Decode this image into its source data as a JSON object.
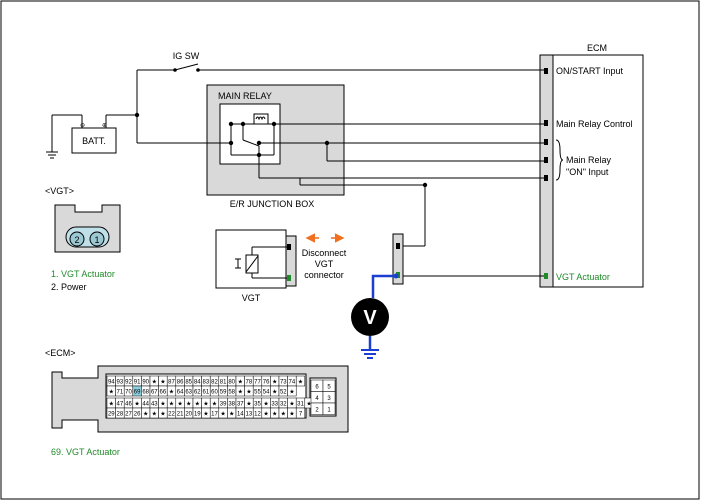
{
  "ecm": {
    "title": "ECM",
    "pins": {
      "on_start": "ON/START Input",
      "main_relay_control": "Main Relay Control",
      "main_relay_on_1": "Main Relay",
      "main_relay_on_2": "\"ON\" Input",
      "vgt_actuator": "VGT Actuator"
    }
  },
  "ig_sw": "IG SW",
  "battery": "BATT.",
  "main_relay": "MAIN RELAY",
  "junction_box": "E/R JUNCTION BOX",
  "vgt": {
    "section": "<VGT>",
    "label": "VGT",
    "pin1": "1. VGT Actuator",
    "pin2": "2. Power",
    "connector_pins": [
      "2",
      "1"
    ]
  },
  "disconnect": {
    "line1": "Disconnect",
    "line2": "VGT",
    "line3": "connector"
  },
  "voltmeter": "V",
  "ecm_connector": {
    "section": "<ECM>",
    "pin_note": "69. VGT Actuator",
    "rows": [
      [
        "94",
        "93",
        "92",
        "91",
        "90",
        "★",
        "★",
        "87",
        "86",
        "85",
        "84",
        "83",
        "82",
        "81",
        "80",
        "★",
        "78",
        "77",
        "76",
        "★",
        "73",
        "74",
        "★"
      ],
      [
        "★",
        "71",
        "70",
        "69",
        "68",
        "67",
        "66",
        "★",
        "64",
        "63",
        "62",
        "61",
        "60",
        "59",
        "58",
        "★",
        "★",
        "55",
        "54",
        "★",
        "52",
        "★"
      ],
      [
        "★",
        "47",
        "46",
        "★",
        "44",
        "43",
        "★",
        "★",
        "★",
        "★",
        "★",
        "★",
        "★",
        "39",
        "38",
        "37",
        "★",
        "35",
        "★",
        "33",
        "32",
        "★",
        "31",
        "★"
      ],
      [
        "29",
        "28",
        "27",
        "26",
        "★",
        "★",
        "★",
        "22",
        "21",
        "20",
        "19",
        "★",
        "17",
        "★",
        "★",
        "14",
        "13",
        "12",
        "★",
        "★",
        "★",
        "★",
        "7"
      ]
    ],
    "small_block": [
      "6",
      "5",
      "4",
      "3",
      "2",
      "1"
    ]
  },
  "colors": {
    "ground_wire": "#1a3fd1",
    "arrow": "#f07020",
    "green_pin": "#1f8a2a"
  }
}
